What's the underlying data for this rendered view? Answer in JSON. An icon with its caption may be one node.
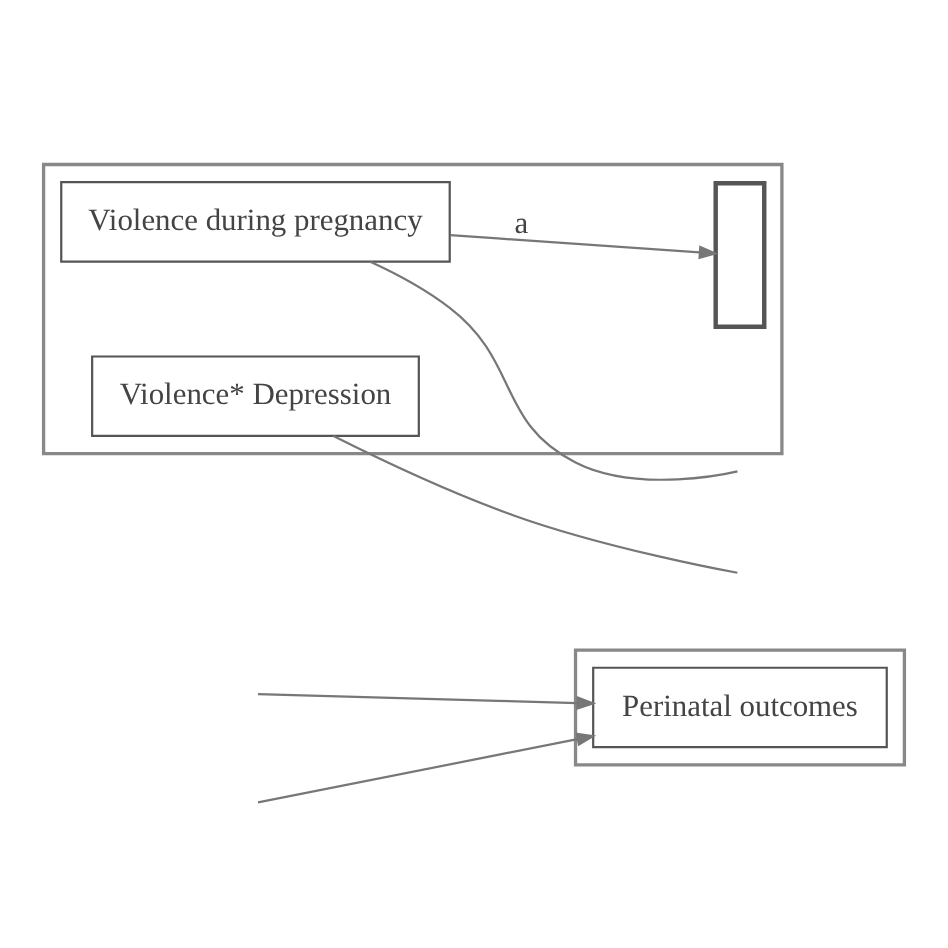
{
  "diagram": {
    "nodes": [
      {
        "text": [],
        "shape": "box"
      },
      {
        "text": [
          "Perinatal outcomes"
        ],
        "in": 0
      },
      {
        "text": [],
        "shape": "box"
      },
      {
        "text": [
          "Violence during pregnancy"
        ],
        "in": 2
      },
      {
        "text": [
          "Violence* Depression"
        ],
        "in": 2
      },
      {
        "text": [],
        "shape": "box",
        "in": 2
      }
    ],
    "edges": [
      {
        "from": null,
        "to": 1,
        "arrow": "to"
      },
      {
        "from": null,
        "to": 1,
        "arrow": "to"
      },
      {
        "from": 3,
        "to": 5,
        "arrow": "to",
        "label": "a"
      },
      {
        "from": 3,
        "to": null,
        "arrow": "none"
      },
      {
        "from": 4,
        "to": null,
        "arrow": "none"
      }
    ]
  }
}
